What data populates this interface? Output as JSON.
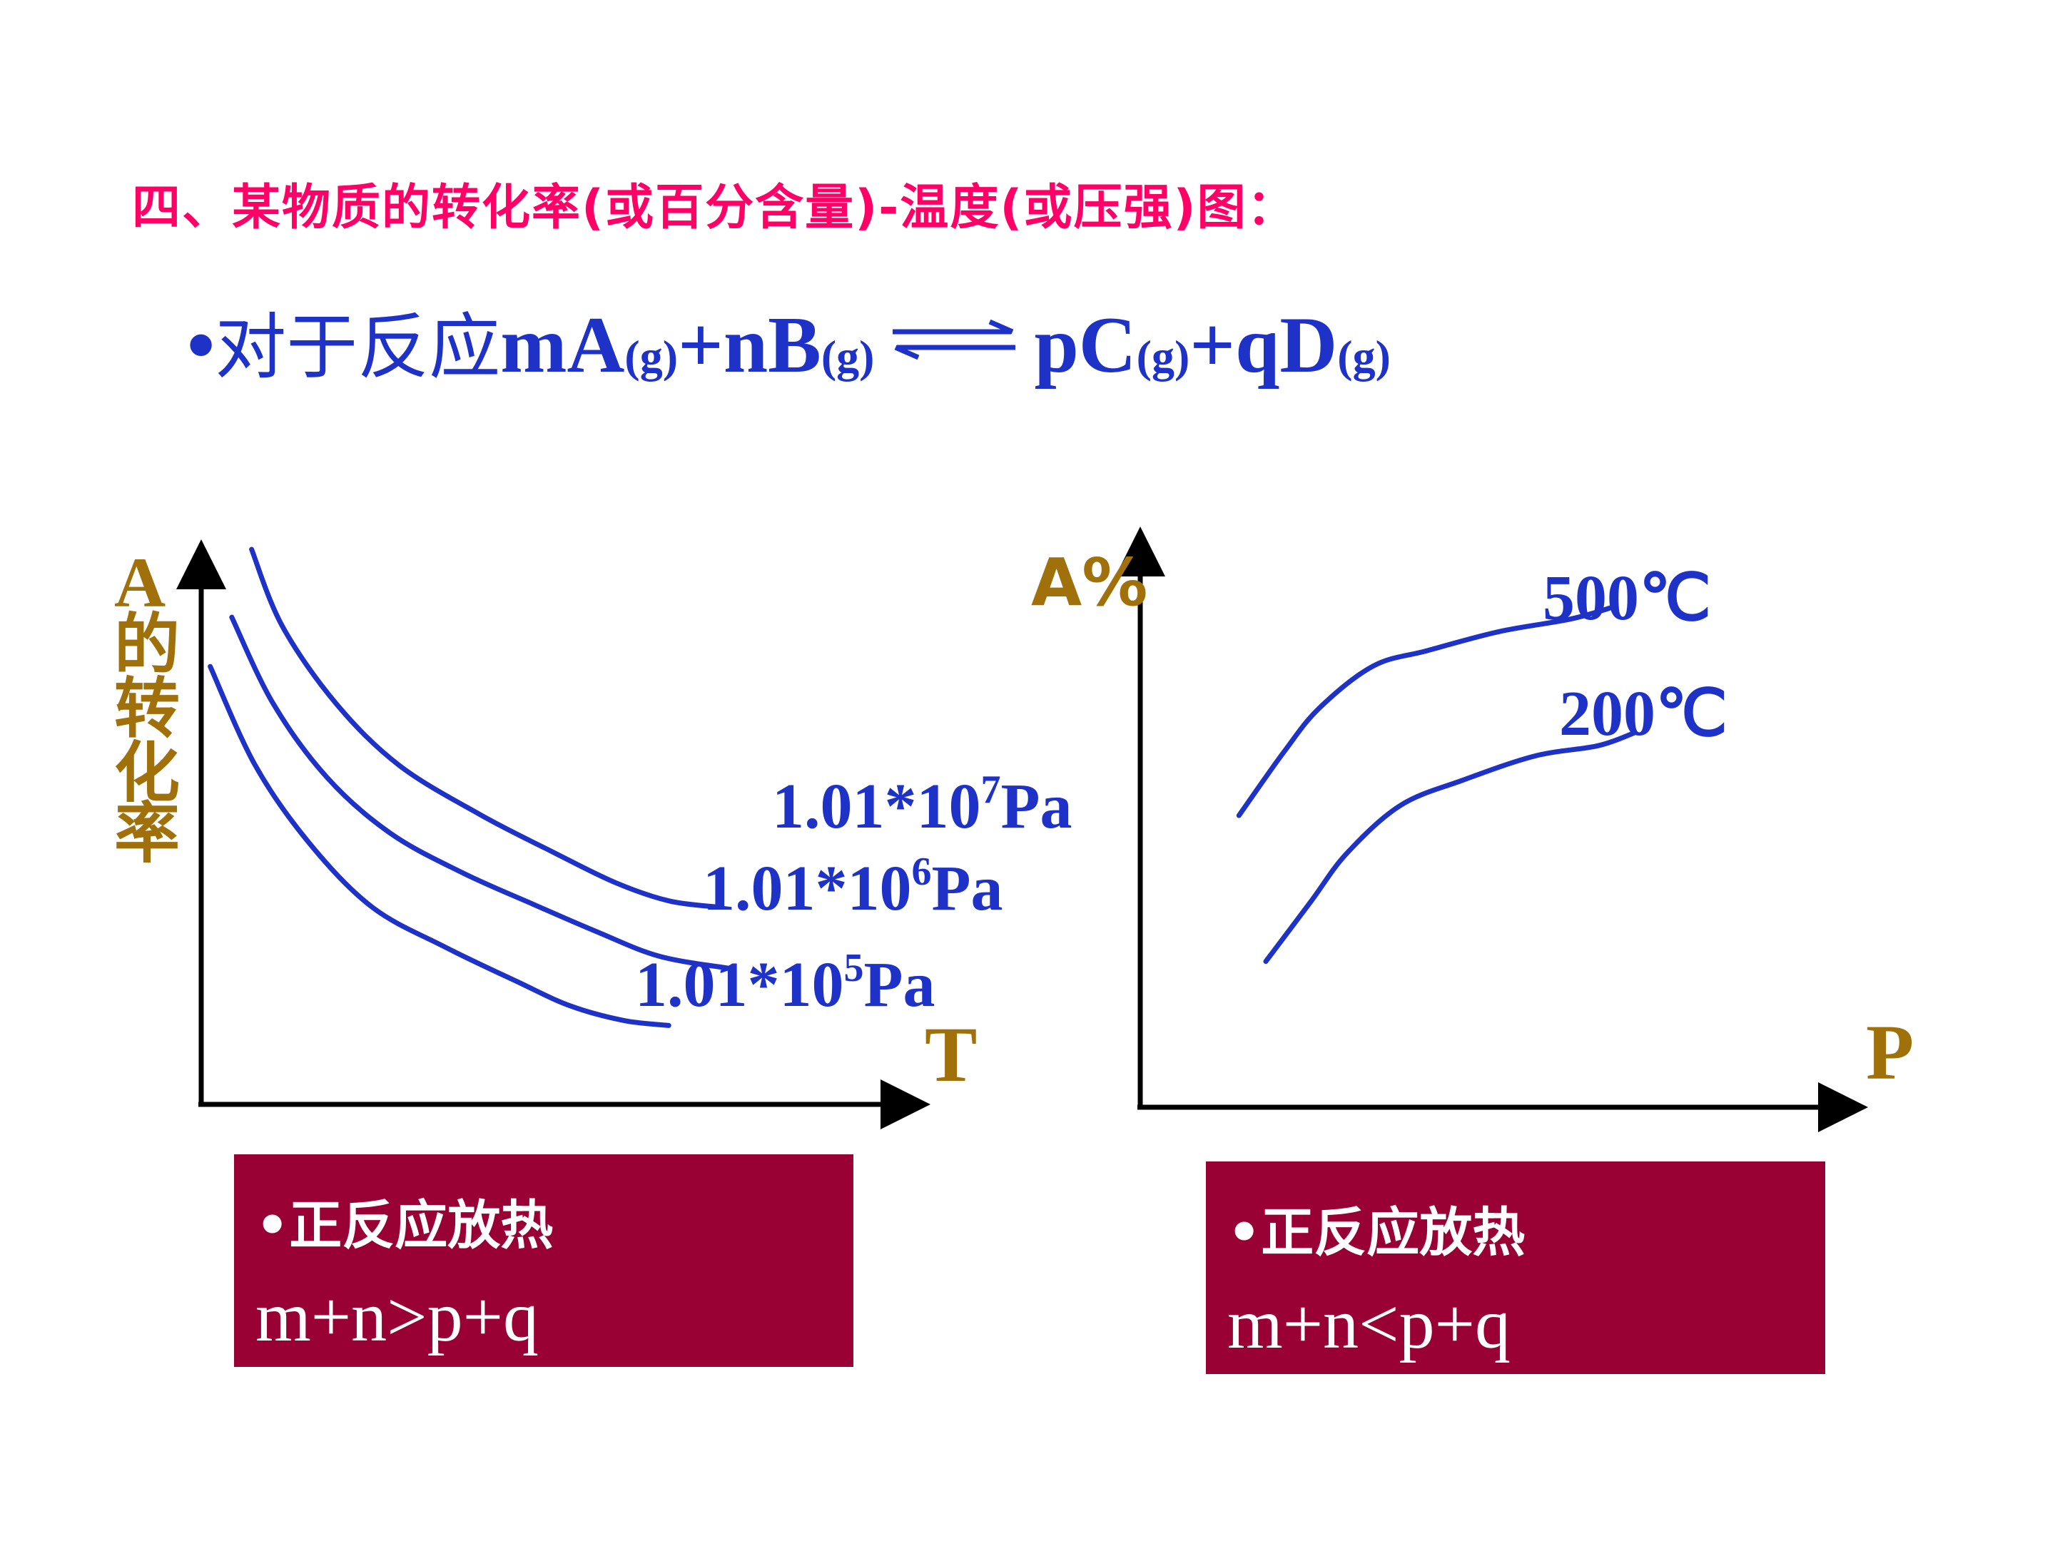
{
  "title": "四、某物质的转化率(或百分含量)-温度(或压强)图：",
  "reaction": {
    "bullet": "•",
    "prefix": "对于反应",
    "left_part1": "mA",
    "sub_g": "(g)",
    "left_part2": "+nB",
    "right_part1": "pC",
    "right_part2": "+qD"
  },
  "colors": {
    "title": "#ff0066",
    "curve": "#1e32c8",
    "axis_label": "#a0700a",
    "box": "#990033"
  },
  "chart_data": [
    {
      "type": "line",
      "ylabel": "A的转化率",
      "xlabel": "T",
      "series": [
        {
          "name": "1.01*10⁷Pa",
          "label_base": "1.01*10",
          "label_exp": "7",
          "label_unit": "Pa",
          "x": [
            0.28,
            0.45,
            0.75,
            1.1,
            1.55,
            1.95,
            2.3,
            2.6,
            2.87
          ],
          "y": [
            4.0,
            3.38,
            2.75,
            2.25,
            1.85,
            1.55,
            1.3,
            1.15,
            1.1
          ]
        },
        {
          "name": "1.01*10⁶Pa",
          "label_base": "1.01*10",
          "label_exp": "6",
          "label_unit": "Pa",
          "x": [
            0.17,
            0.4,
            0.7,
            1.05,
            1.45,
            1.85,
            2.2,
            2.55,
            2.95
          ],
          "y": [
            3.45,
            2.75,
            2.15,
            1.7,
            1.38,
            1.12,
            0.9,
            0.7,
            0.6
          ]
        },
        {
          "name": "1.01*10⁵Pa",
          "label_base": "1.01*10",
          "label_exp": "5",
          "label_unit": "Pa",
          "x": [
            0.05,
            0.3,
            0.6,
            0.95,
            1.35,
            1.75,
            2.05,
            2.35,
            2.6
          ],
          "y": [
            3.05,
            2.25,
            1.62,
            1.1,
            0.78,
            0.5,
            0.3,
            0.18,
            0.14
          ]
        }
      ],
      "xlim": [
        0,
        4
      ],
      "ylim": [
        -0.5,
        4.0
      ]
    },
    {
      "type": "line",
      "ylabel": "A%",
      "xlabel": "P",
      "series": [
        {
          "name": "500℃",
          "x": [
            0.55,
            0.8,
            1.0,
            1.3,
            1.6,
            2.0,
            2.4,
            2.65
          ],
          "y": [
            1.8,
            2.3,
            2.65,
            2.98,
            3.1,
            3.25,
            3.35,
            3.45
          ]
        },
        {
          "name": "200℃",
          "x": [
            0.7,
            0.95,
            1.15,
            1.45,
            1.8,
            2.2,
            2.55,
            2.75
          ],
          "y": [
            0.65,
            1.12,
            1.5,
            1.88,
            2.08,
            2.27,
            2.35,
            2.45
          ]
        }
      ],
      "xlim": [
        0,
        4
      ],
      "ylim": [
        -0.5,
        4.0
      ]
    }
  ],
  "boxes": [
    {
      "line1": "•正反应放热",
      "line2": "m+n>p+q"
    },
    {
      "line1": "•正反应放热",
      "line2": "m+n<p+q"
    }
  ]
}
